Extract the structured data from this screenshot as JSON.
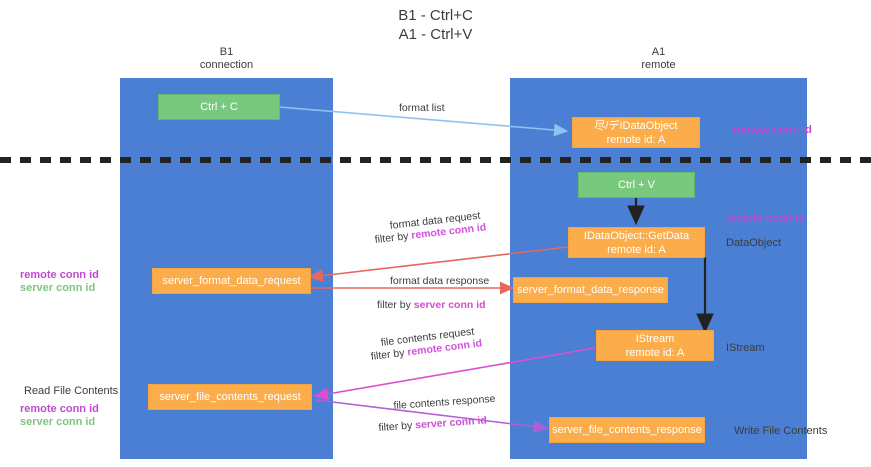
{
  "title": "B1 - Ctrl+C\nA1 - Ctrl+V",
  "lanes": [
    {
      "id": "b1",
      "label": "B1\nconnection"
    },
    {
      "id": "a1",
      "label": "A1\nremote"
    }
  ],
  "nodes": {
    "ctrl_c": "Ctrl + C",
    "idataobject": "尽/デIDataObject\nremote id: A",
    "ctrl_v": "Ctrl + V",
    "getdata": "IDataObject::GetData\nremote id: A",
    "server_format_data_request": "server_format_data_request",
    "server_format_data_response": "server_format_data_response",
    "istream": "IStream\nremote id: A",
    "server_file_contents_request": "server_file_contents_request",
    "server_file_contents_response": "server_file_contents_response"
  },
  "edge_labels": {
    "format_list": "format list",
    "format_data_request": "format data request",
    "format_data_request_filter_prefix": "filter by ",
    "format_data_request_filter_key": "remote conn id",
    "format_data_response": "format data response",
    "format_data_response_filter_prefix": "filter by ",
    "format_data_response_filter_key": "server conn id",
    "file_contents_request": "file contents request",
    "file_contents_request_filter_prefix": "filter by ",
    "file_contents_request_filter_key": "remote conn id",
    "file_contents_response": "file contents response",
    "file_contents_response_filter_prefix": "filter by ",
    "file_contents_response_filter_key": "server conn id"
  },
  "annotations": {
    "right_remote_conn_id_top": "remote conn id",
    "right_remote_conn_id_mid": "remote conn id",
    "right_dataobject": "DataObject",
    "right_istream": "IStream",
    "right_write_file_contents": "Write File Contents",
    "left_remote_conn_id": "remote conn id",
    "left_server_conn_id": "server conn id",
    "left_read_file_contents": "Read File Contents",
    "left_remote_conn_id_2": "remote conn id",
    "left_server_conn_id_2": "server conn id"
  },
  "colors": {
    "lane": "#4a7fd4",
    "green_node": "#78c87e",
    "orange_node": "#fbad4b",
    "remote_key": "#c248d4",
    "server_key": "#7fc47f",
    "arrow_blue": "#8fc2ef",
    "arrow_red": "#e8675f",
    "arrow_magenta": "#d94fd0",
    "arrow_purple": "#b05fd8",
    "arrow_dark": "#222222",
    "divider": "#222222"
  }
}
